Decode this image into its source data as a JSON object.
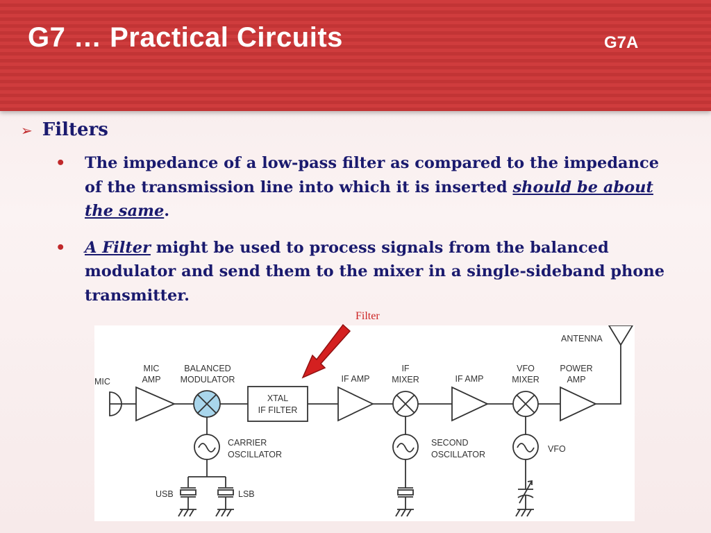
{
  "slide": {
    "title": "G7 … Practical Circuits",
    "section_code": "G7A"
  },
  "content": {
    "heading": "Filters",
    "bullets": [
      {
        "text_a": "The impedance of a low-pass filter as compared to the impedance of the transmission line into which it is inserted ",
        "emphasis": "should be about the same",
        "text_b": "."
      },
      {
        "emphasis": "A Filter",
        "text_b": " might be used to process signals from the balanced modulator and send them to the mixer in a single-sideband phone transmitter."
      }
    ]
  },
  "annotation": {
    "label": "Filter",
    "color": "#cc2222"
  },
  "diagram": {
    "labels": {
      "mic": "MIC",
      "mic_amp_1": "MIC",
      "mic_amp_2": "AMP",
      "bal_mod_1": "BALANCED",
      "bal_mod_2": "MODULATOR",
      "xtal_1": "XTAL",
      "xtal_2": "IF FILTER",
      "if_amp_1": "IF AMP",
      "if_mixer_1": "IF",
      "if_mixer_2": "MIXER",
      "if_amp_2": "IF AMP",
      "vfo_mixer_1": "VFO",
      "vfo_mixer_2": "MIXER",
      "power_amp_1": "POWER",
      "power_amp_2": "AMP",
      "antenna": "ANTENNA",
      "carrier_1": "CARRIER",
      "carrier_2": "OSCILLATOR",
      "second_1": "SECOND",
      "second_2": "OSCILLATOR",
      "vfo": "VFO",
      "usb": "USB",
      "lsb": "LSB"
    },
    "colors": {
      "modulator_fill": "#a9d6ec",
      "line": "#333333"
    }
  }
}
